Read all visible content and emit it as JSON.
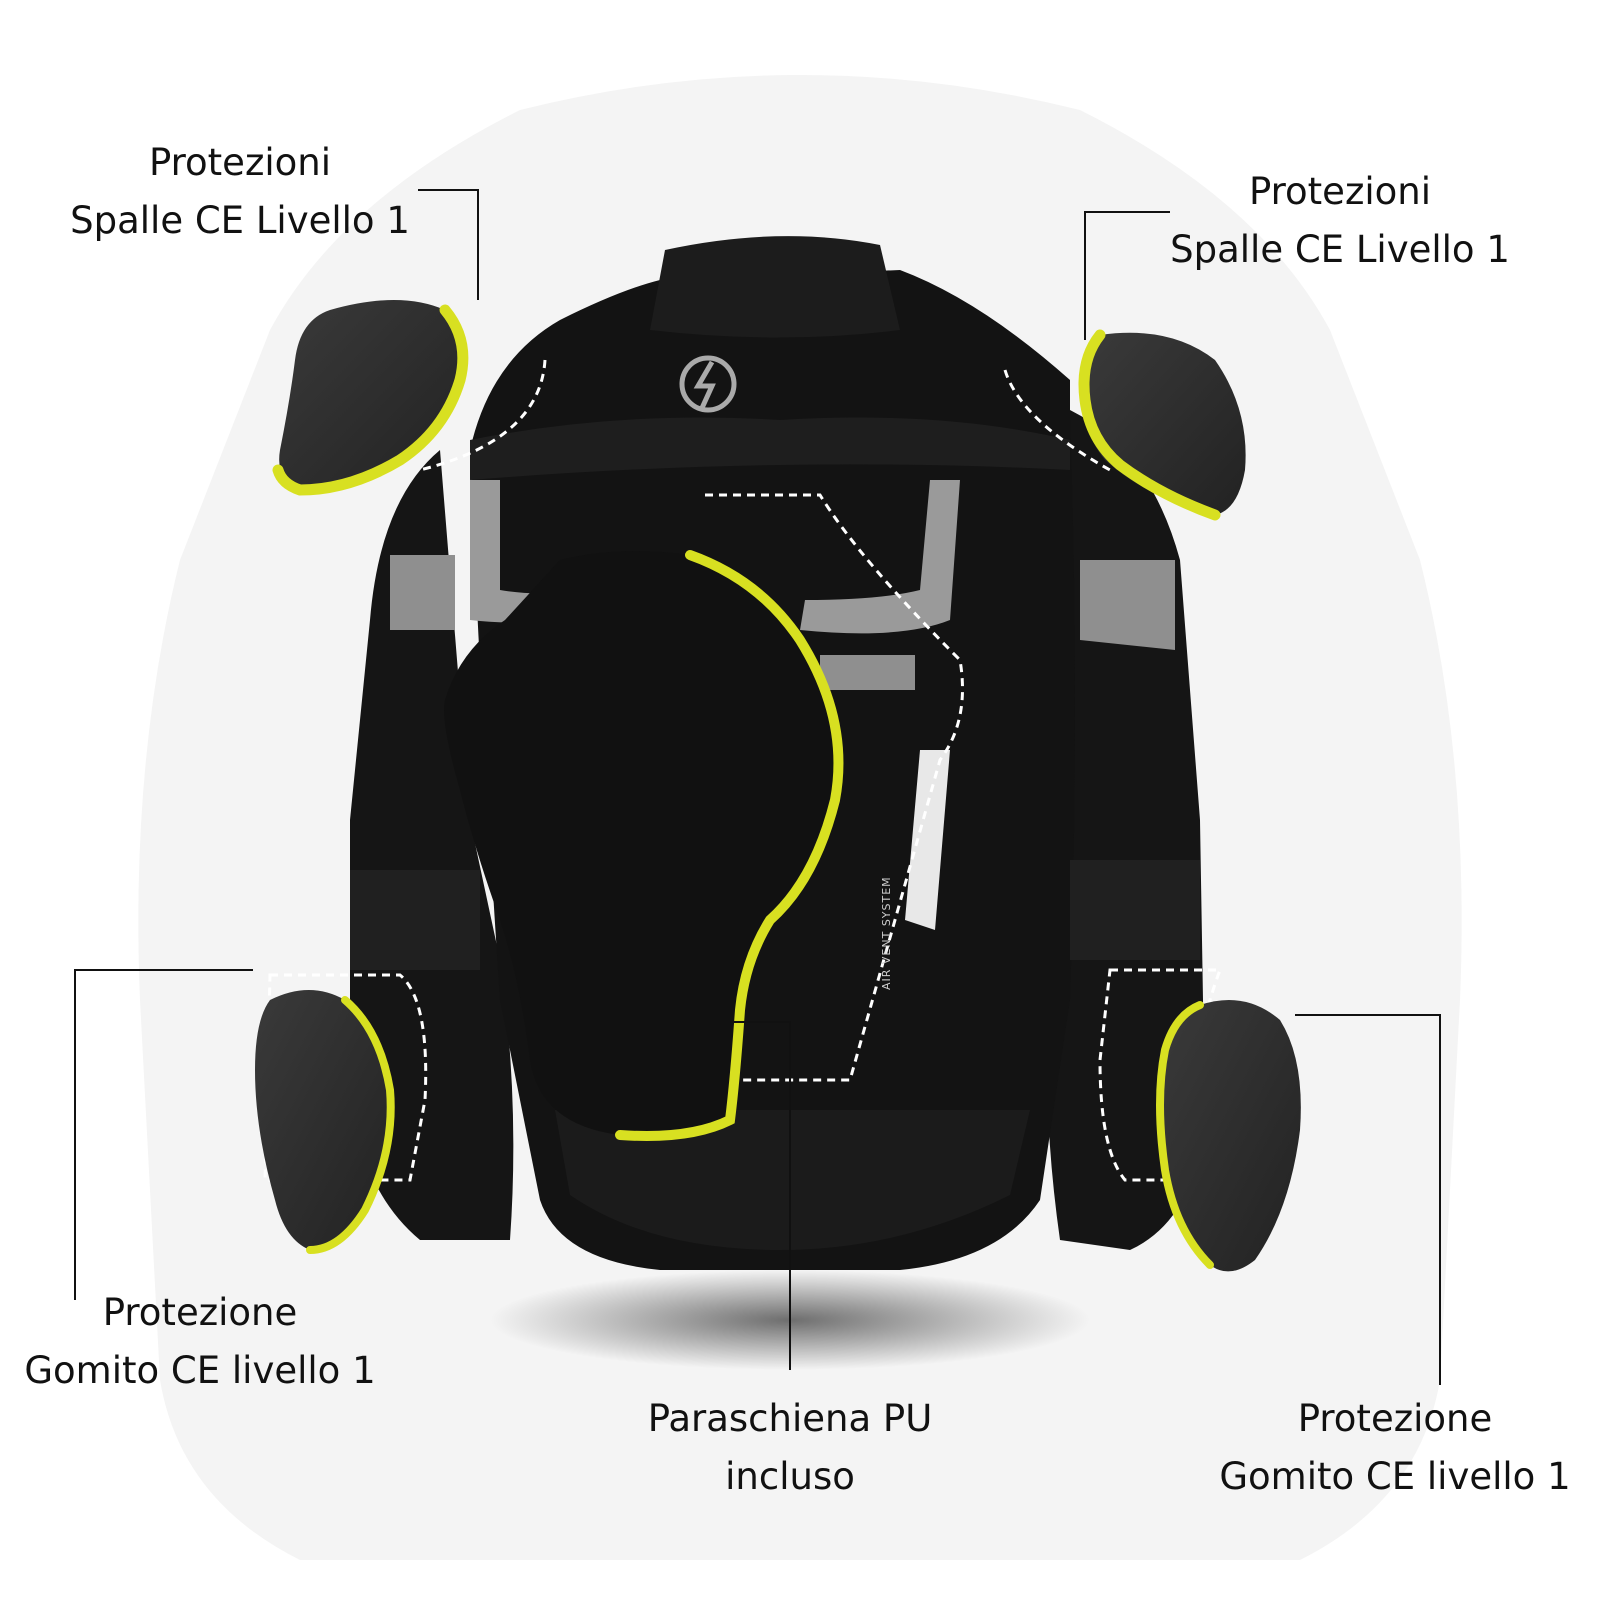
{
  "labels": {
    "shoulder_left": {
      "line1": "Protezioni",
      "line2": "Spalle CE Livello 1"
    },
    "shoulder_right": {
      "line1": "Protezioni",
      "line2": "Spalle CE Livello 1"
    },
    "elbow_left": {
      "line1": "Protezione",
      "line2": "Gomito CE livello 1"
    },
    "back": {
      "line1": "Paraschiena PU",
      "line2": "incluso"
    },
    "elbow_right": {
      "line1": "Protezione",
      "line2": "Gomito CE livello 1"
    }
  },
  "jacket": {
    "vent_text": "AIR VENT SYSTEM"
  },
  "colors": {
    "jacket": "#141414",
    "panel": "#1f1f1f",
    "protector": "#2e2e2e",
    "protector_edge": "#d8e021",
    "reflective": "#9a9a9a",
    "silhouette": "#f2f2f2",
    "leader_line": "#111111"
  }
}
